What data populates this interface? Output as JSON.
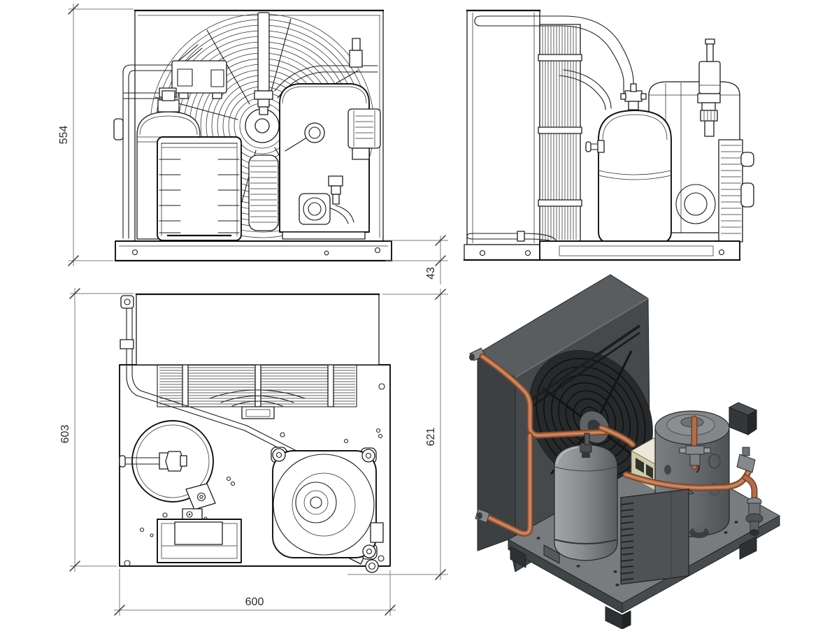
{
  "drawing": {
    "type": "engineering-drawing",
    "subject": "air-cooled condensing unit, four views (front, side, plan, isometric)",
    "dimensions": {
      "front_height": "554",
      "base_height": "43",
      "plan_depth": "603",
      "overall_depth": "621",
      "base_width": "600"
    }
  },
  "palette": {
    "background": "#ffffff",
    "line": "#1b1b1d",
    "dimension_line": "#7d7d80",
    "dimension_text": "#2b2b2d",
    "condenser_left": "#3c4043",
    "condenser_top": "#595d5f",
    "condenser_front": "#45494c",
    "grille": "#27292b",
    "grille_ring": "#0f1011",
    "base_top": "#797c7e",
    "base_side_left": "#3f4446",
    "base_side_right": "#474b4e",
    "foot": "#2e3133",
    "copper": "#b06f4c",
    "copper_dark": "#7a4226",
    "copper_light": "#d79a74",
    "tank_light": "#a2a6a8",
    "tank_dark": "#595d60",
    "compressor_light": "#7b7f82",
    "compressor_dark": "#4e5255",
    "compressor_top": "#83878a",
    "electrical_top": "#ece9db",
    "electrical_front": "#cfcbad",
    "electrical_side": "#a29e83",
    "panel_front": "#4e5254",
    "panel_top": "#6b6f72"
  }
}
